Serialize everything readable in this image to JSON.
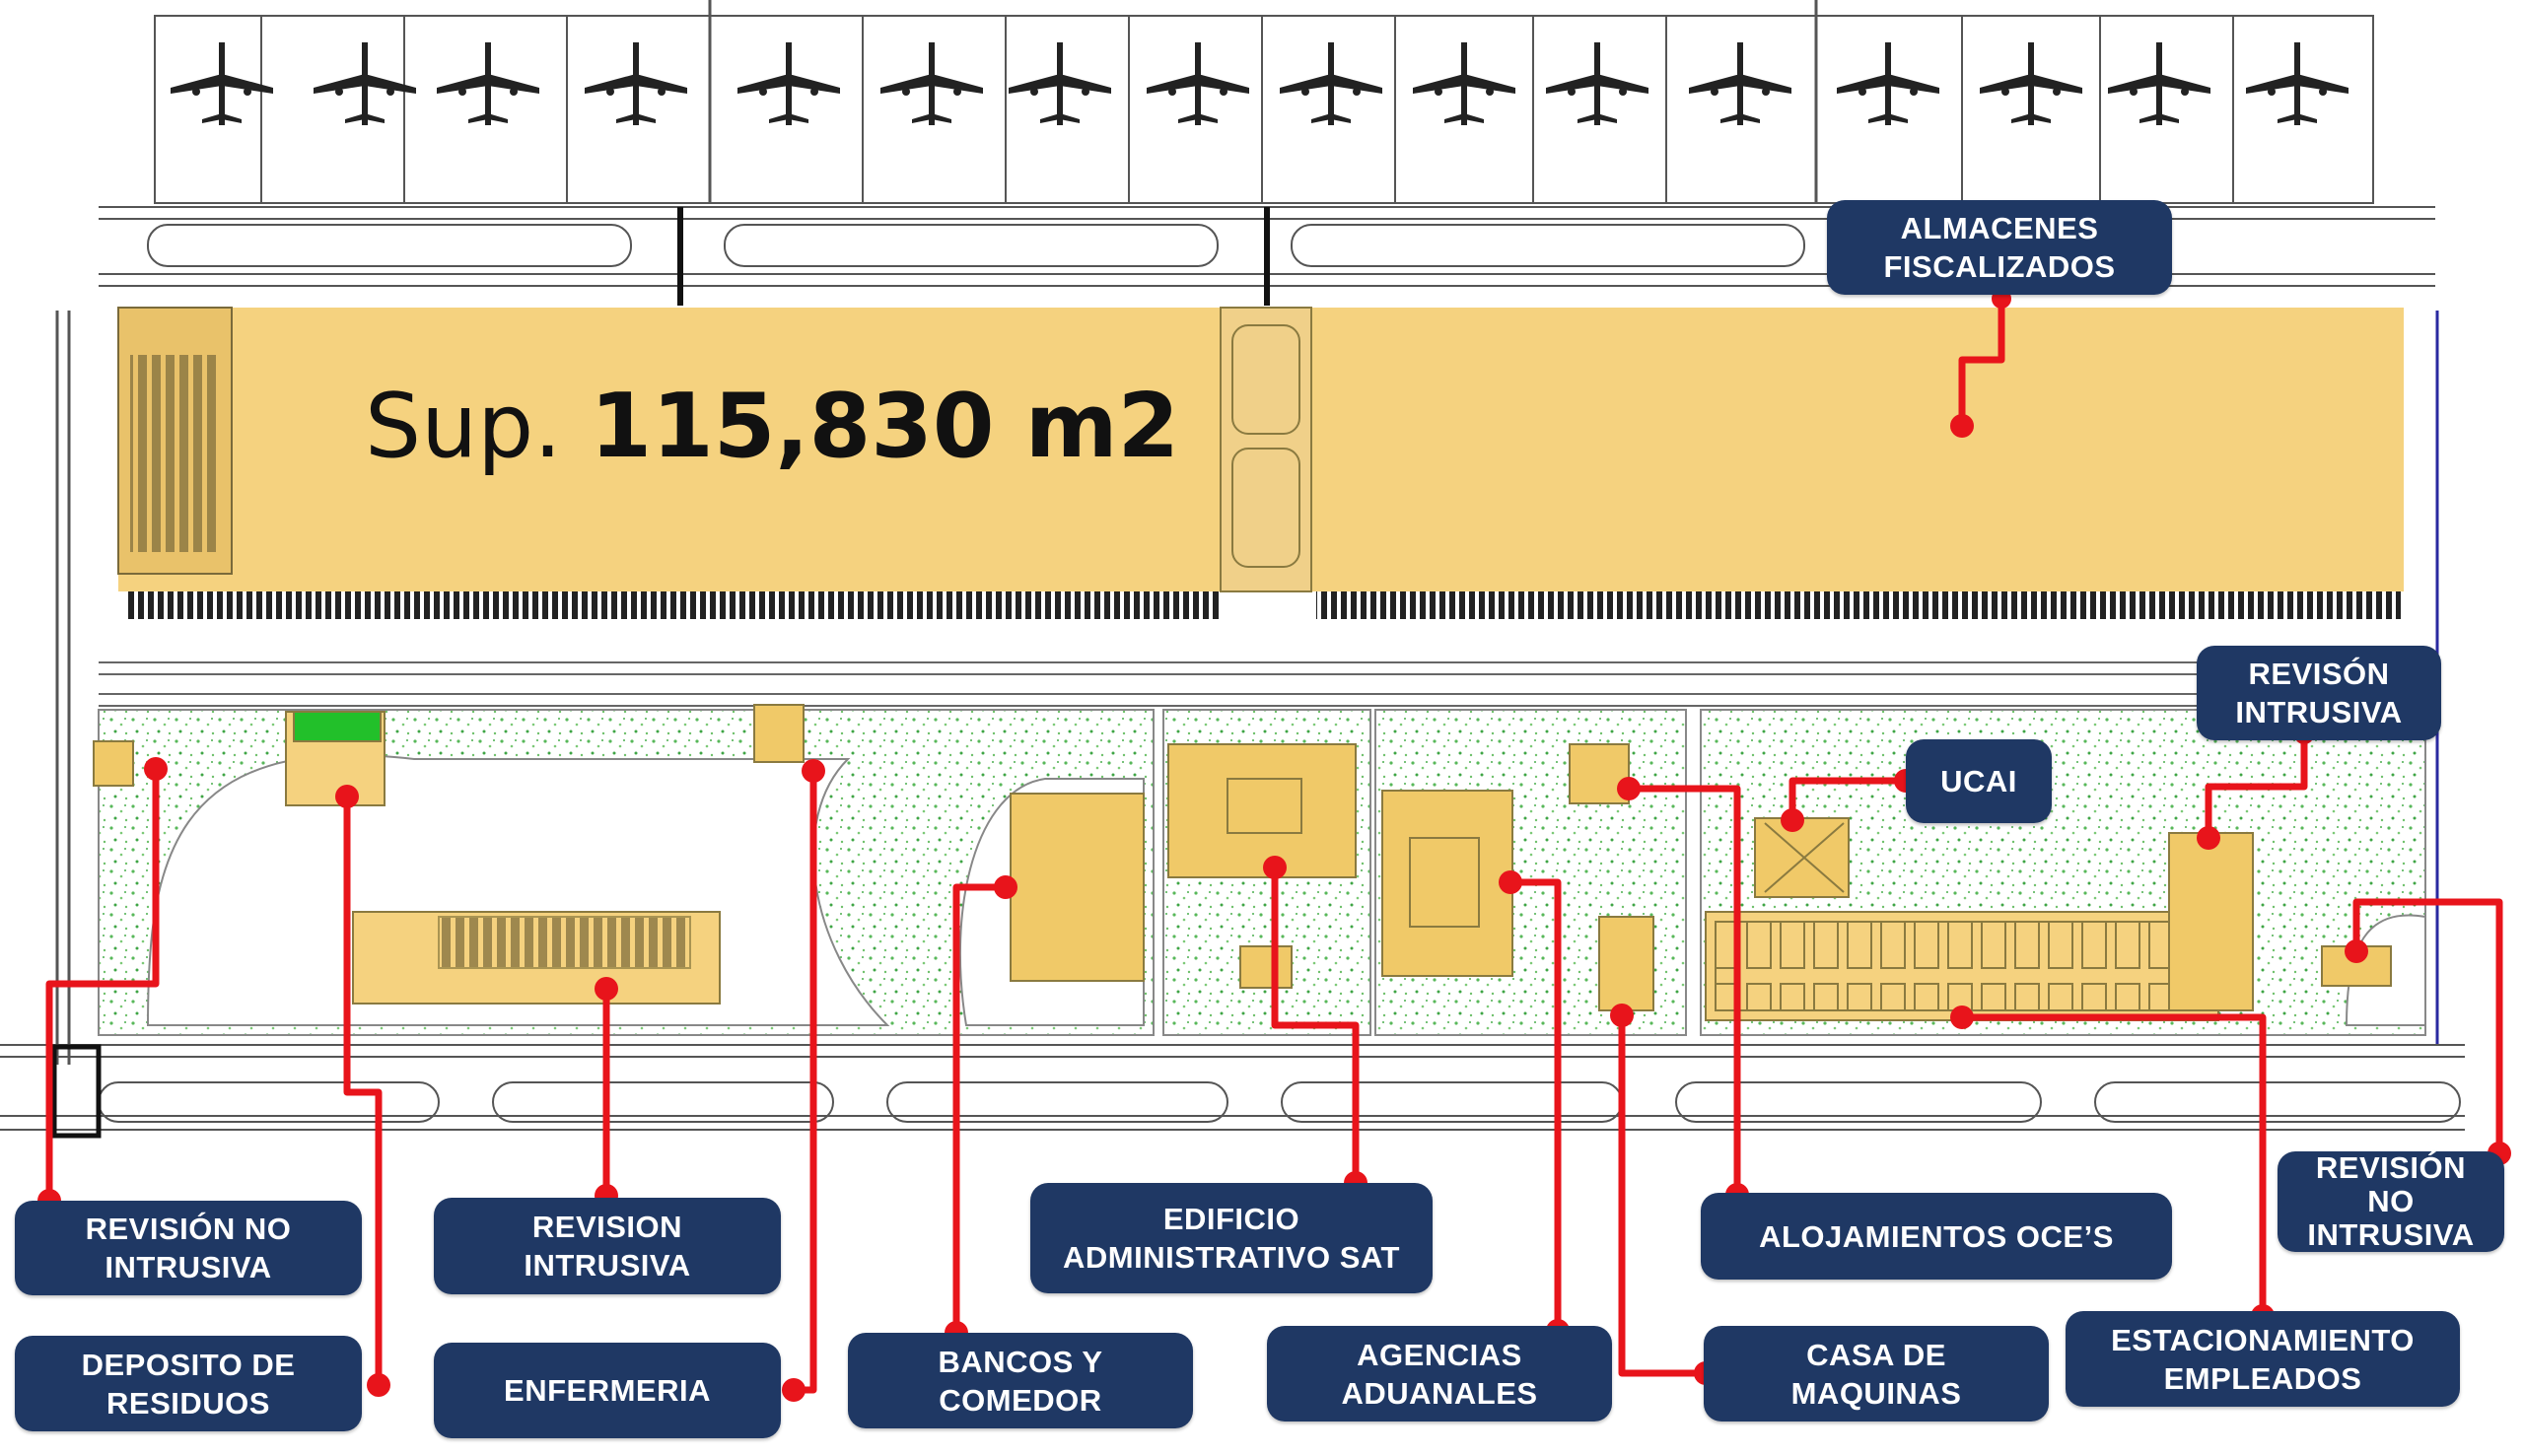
{
  "area": {
    "prefix": "Sup. ",
    "value": "115,830 m2"
  },
  "labels": {
    "almacenes": "ALMACENES\nFISCALIZADOS",
    "revison_intrusiva_right": "REVISÓN\nINTRUSIVA",
    "ucai": "UCAI",
    "revision_no_intrusiva_left": "REVISIÓN NO\nINTRUSIVA",
    "revision_intrusiva": "REVISION\nINTRUSIVA",
    "edificio": "EDIFICIO\nADMINISTRATIVO SAT",
    "alojamientos": "ALOJAMIENTOS OCE’S",
    "revision_no_intrusiva_right": "REVISIÓN\nNO\nINTRUSIVA",
    "deposito": "DEPOSITO DE\nRESIDUOS",
    "enfermeria": "ENFERMERIA",
    "bancos": "BANCOS Y\nCOMEDOR",
    "agencias": "AGENCIAS\nADUANALES",
    "casa": "CASA DE\nMAQUINAS",
    "estacionamiento": "ESTACIONAMIENTO\nEMPLEADOS"
  },
  "colors": {
    "label_bg": "#1f3864",
    "leader": "#e8141b",
    "warehouse": "#f5d27f",
    "vegetation": "#4caf50"
  }
}
